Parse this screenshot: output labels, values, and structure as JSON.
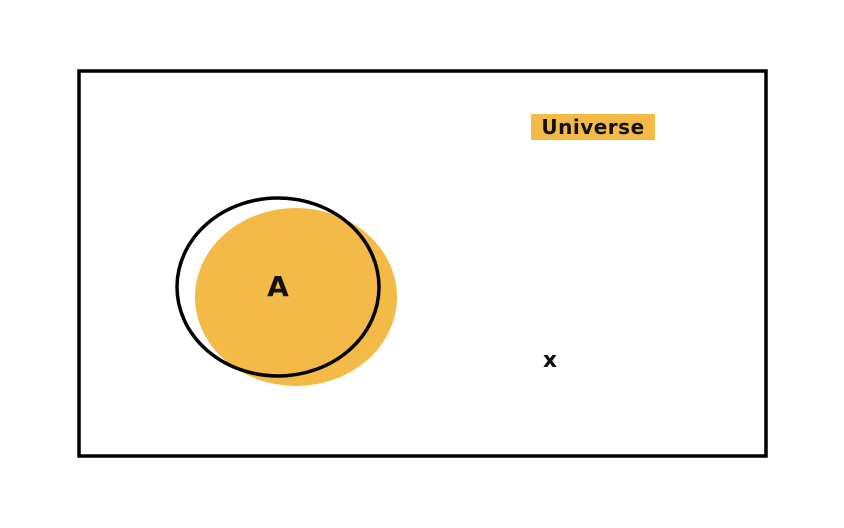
{
  "diagram": {
    "universe_label": "Universe",
    "set_label": "A",
    "element_label": "x"
  },
  "colors": {
    "accent": "#F4BA48",
    "stroke": "#000000",
    "text": "#111111",
    "background": "#FFFFFF"
  }
}
